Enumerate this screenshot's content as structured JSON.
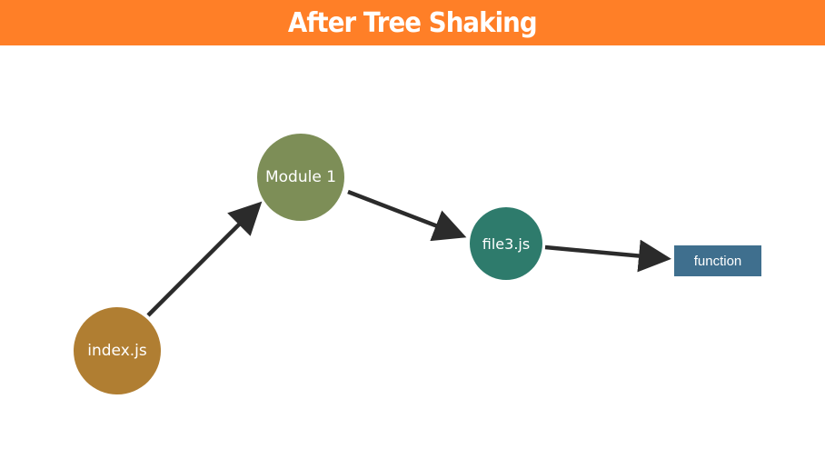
{
  "header": {
    "title": "After Tree Shaking",
    "background_color": "#FF7F27"
  },
  "diagram": {
    "nodes": [
      {
        "id": "index",
        "label": "index.js",
        "shape": "circle",
        "color": "#B07E32"
      },
      {
        "id": "module1",
        "label": "Module 1",
        "shape": "circle",
        "color": "#7D8E57"
      },
      {
        "id": "file3",
        "label": "file3.js",
        "shape": "circle",
        "color": "#2E7B6C"
      },
      {
        "id": "function",
        "label": "function",
        "shape": "rectangle",
        "color": "#3F6F8E"
      }
    ],
    "edges": [
      {
        "from": "index",
        "to": "module1"
      },
      {
        "from": "module1",
        "to": "file3"
      },
      {
        "from": "file3",
        "to": "function"
      }
    ],
    "arrow_color": "#2B2B2B"
  }
}
